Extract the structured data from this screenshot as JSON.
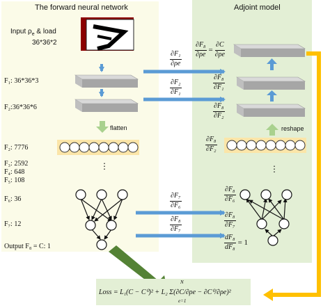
{
  "left_panel": {
    "title": "The forward neural network",
    "input_label": "Input  ρ",
    "input_sub": "e",
    "input_tail": " & load",
    "input_dim": "36*36*2",
    "f1": "F₁: 36*36*3",
    "f2a": "F₂:36*36*6",
    "flatten": "flatten",
    "f2b": "F₂: 7776",
    "f3": "F₃: 2592",
    "f4": "F₄: 648",
    "f5": "F₅: 108",
    "f6": "F₆: 36",
    "f7": "F₇: 12",
    "output": "Output F₈ = C: 1",
    "ellipsis": "⋮"
  },
  "right_panel": {
    "title": "Adjoint model",
    "reshape": "reshape",
    "ellipsis": "⋮",
    "d1_num": "∂F₈",
    "d1_den": "∂ρe",
    "d1_eq": "=",
    "d1r_num": "∂C",
    "d1r_den": "∂ρe",
    "d2_num": "∂F₈",
    "d2_den": "∂F₁",
    "d3_num": "∂F₈",
    "d3_den": "∂F₂",
    "d4_num": "∂F₈",
    "d4_den": "∂F₂",
    "d5_num": "∂F₈",
    "d5_den": "∂F₆",
    "d6_num": "∂F₈",
    "d6_den": "∂F₇",
    "d7_num": "dF₈",
    "d7_den": "dF₈",
    "d7_eq": "= 1"
  },
  "middle": {
    "m1_num": "∂F₁",
    "m1_den": "∂ρe",
    "m2_num": "∂F₂",
    "m2_den": "∂F₁",
    "m3_num": "∂F₇",
    "m3_den": "∂F₆",
    "m4_num": "∂F₈",
    "m4_den": "∂F₇"
  },
  "loss": {
    "text": "Loss = L₁(C − C⁰)² + L₂ Σ(∂C/∂ρe − ∂C⁰/∂ρe)²",
    "sum_top": "N",
    "sum_bottom": "e=1"
  },
  "colors": {
    "left_bg": "#fbfbe8",
    "right_bg": "#e3efd5",
    "arrow_blue": "#5b9bd5",
    "arrow_green": "#a9d18e",
    "arrow_darkgreen": "#548235",
    "arrow_orange": "#ffc000",
    "flat_box": "#fbe5a8",
    "input_red": "#8b0000"
  }
}
